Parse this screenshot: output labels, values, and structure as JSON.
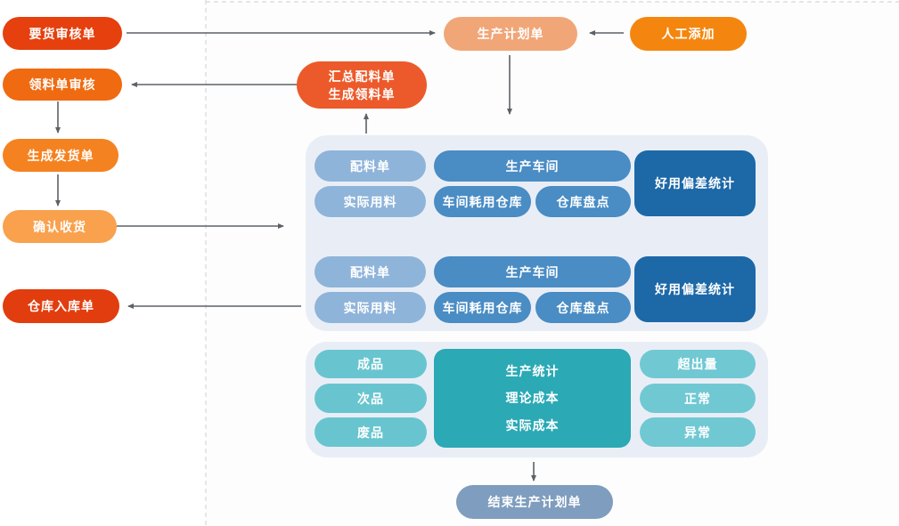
{
  "diagram": {
    "left_column": [
      {
        "label": "要货审核单",
        "color": "#e5400e"
      },
      {
        "label": "领料单审核",
        "color": "#ef6a11"
      },
      {
        "label": "生成发货单",
        "color": "#f58220"
      },
      {
        "label": "确认收货",
        "color": "#f9a14d"
      },
      {
        "label": "仓库入库单",
        "color": "#e23d0e"
      }
    ],
    "production_plan": {
      "label": "生产计划单",
      "color": "#f1a678"
    },
    "manual_add": {
      "label": "人工添加",
      "color": "#f4860f"
    },
    "summary_node": {
      "line1": "汇总配料单",
      "line2": "生成领料单",
      "color": "#ec5a2b"
    },
    "workshop_groups": [
      {
        "ingredient_list": "配料单",
        "workshop": "生产车间",
        "deviation_stats": "好用偏差统计",
        "actual_usage": "实际用料",
        "workshop_warehouse": "车间耗用仓库",
        "stocktake": "仓库盘点"
      },
      {
        "ingredient_list": "配料单",
        "workshop": "生产车间",
        "deviation_stats": "好用偏差统计",
        "actual_usage": "实际用料",
        "workshop_warehouse": "车间耗用仓库",
        "stocktake": "仓库盘点"
      }
    ],
    "stats_panel": {
      "products": [
        "成品",
        "次品",
        "废品"
      ],
      "center": [
        "生产统计",
        "理论成本",
        "实际成本"
      ],
      "statuses": [
        "超出量",
        "正常",
        "异常"
      ]
    },
    "end_node": {
      "label": "结束生产计划单",
      "color": "#7f9dbe"
    }
  },
  "colors": {
    "arrow-color": "#5d6166",
    "dashed-color": "#d7d7d7",
    "dots-color": "#4d4d4d",
    "tint-color": "#fcfdfc",
    "panel-bg": "#e9eef6",
    "pill-light-blue": "#8fb4d9",
    "pill-blue": "#4a8cc4",
    "box-dark-blue": "#1d68a7",
    "pill-teal": "#68c5cf",
    "pill-teal-right": "#70c8d3",
    "box-teal": "#2ba9b5"
  }
}
